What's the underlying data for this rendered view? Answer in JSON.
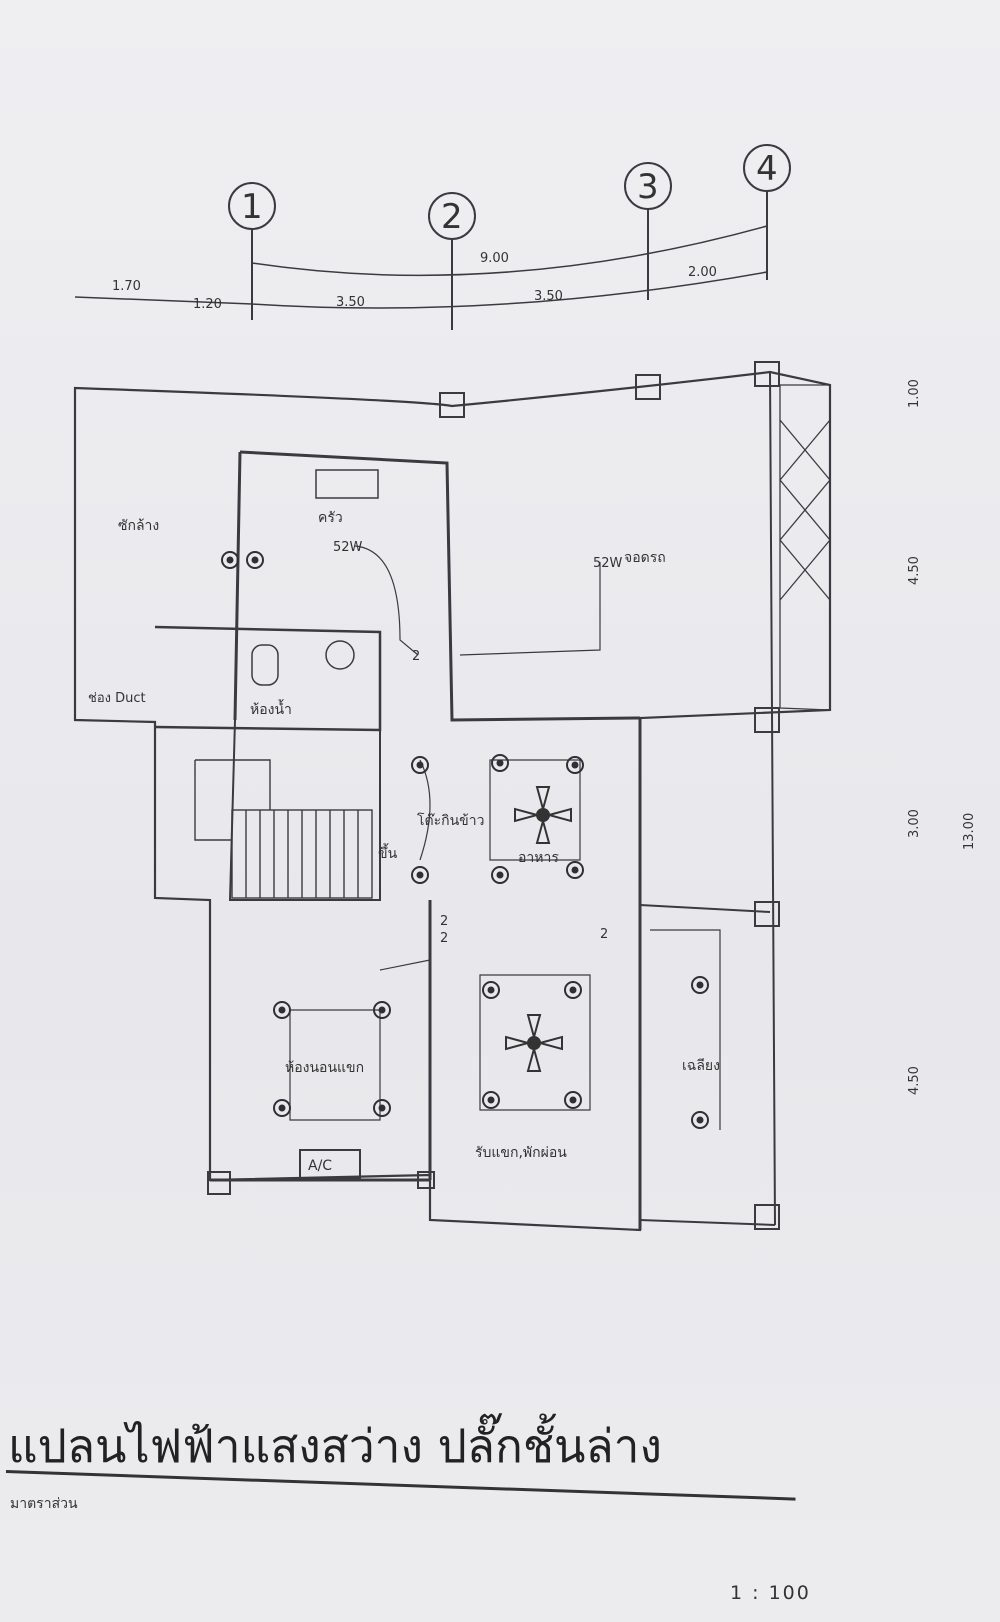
{
  "plan": {
    "grid_labels": [
      "1",
      "2",
      "3",
      "4"
    ],
    "top_dims": {
      "overall": "9.00",
      "segments": [
        "1.70",
        "1.20",
        "3.50",
        "3.50",
        "2.00"
      ]
    },
    "side_dims": [
      "1.00",
      "4.50",
      "3.00",
      "4.50"
    ],
    "overall_side": "13.00",
    "rooms": {
      "wash_area": "ซักล้าง",
      "kitchen": "ครัว",
      "parking": "จอดรถ",
      "bathroom": "ห้องน้ำ",
      "duct": "ช่อง Duct",
      "stair_up": "ขึ้น",
      "dining_table": "โต๊ะกินข้าว",
      "dining": "อาหาร",
      "guest_room": "ห้องนอนแขก",
      "living": "รับแขก,พักผ่อน",
      "terrace": "เฉลียง",
      "ac_unit": "A/C"
    },
    "light_labels": {
      "kitchen": "52W",
      "parking": "52W"
    },
    "switch_counts": [
      "2",
      "2",
      "2",
      "2"
    ]
  },
  "title": "แปลนไฟฟ้าแสงสว่าง ปลั๊กชั้นล่าง",
  "subtitle": "มาตราส่วน",
  "scale": "1 : 100"
}
